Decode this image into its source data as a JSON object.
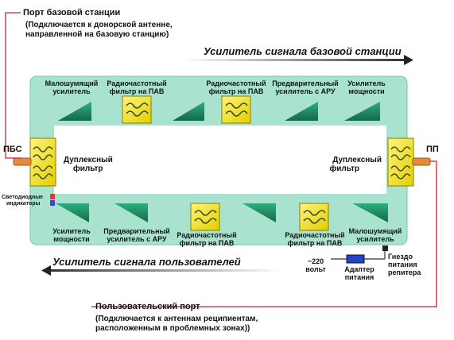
{
  "bs_port": {
    "title": "Порт базовой станции",
    "note_line1": "(Подключается к донорской антенне,",
    "note_line2": "направленной на базовую станцию)"
  },
  "user_port": {
    "title": "Пользовательский порт",
    "note_line1": "(Подключается к антеннам реципиентам,",
    "note_line2": "расположенным в проблемных зонах))"
  },
  "uplink": {
    "title": "Усилитель сигнала базовой станции"
  },
  "downlink": {
    "title": "Усилитель сигнала пользователей"
  },
  "ports": {
    "left": "ПБС",
    "right": "ПП"
  },
  "duplexer": {
    "line1": "Дуплексный",
    "line2": "фильтр"
  },
  "led": {
    "line1": "Светодиодные",
    "line2": "индикаторы"
  },
  "top_chain": [
    {
      "line1": "Малошумящий",
      "line2": "усилитель"
    },
    {
      "line1": "Радиочастотный",
      "line2": "фильтр на ПАВ"
    },
    {
      "line1": "Радиочастотный",
      "line2": "фильтр на ПАВ"
    },
    {
      "line1": "Предварительный",
      "line2": "усилитель с АРУ"
    },
    {
      "line1": "Усилитель",
      "line2": "мощности"
    }
  ],
  "bottom_chain": [
    {
      "line1": "Усилитель",
      "line2": "мощности"
    },
    {
      "line1": "Предварительный",
      "line2": "усилитель с АРУ"
    },
    {
      "line1": "Радиочастотный",
      "line2": "фильтр на ПАВ"
    },
    {
      "line1": "Радиочастотный",
      "line2": "фильтр на ПАВ"
    },
    {
      "line1": "Малошумящий",
      "line2": "усилитель"
    }
  ],
  "power": {
    "voltage": "~220",
    "voltage_unit": "вольт",
    "adapter_line1": "Адаптер",
    "adapter_line2": "питания",
    "jack_line1": "Гнездо",
    "jack_line2": "питания",
    "jack_line3": "репитера"
  },
  "colors": {
    "board": "#a9e3d0",
    "board_edge": "#6fc7ad",
    "amp": "#1f8b62",
    "saw": "#f2e300",
    "saw_edge": "#8a7f00",
    "leader": "#c8242c",
    "port_plug": "#e58a3c"
  },
  "icons": {
    "amplifier": "triangle-amplifier-icon",
    "saw_filter": "saw-filter-icon",
    "duplexer": "duplexer-filter-icon",
    "arrow": "arrow-right-icon"
  }
}
